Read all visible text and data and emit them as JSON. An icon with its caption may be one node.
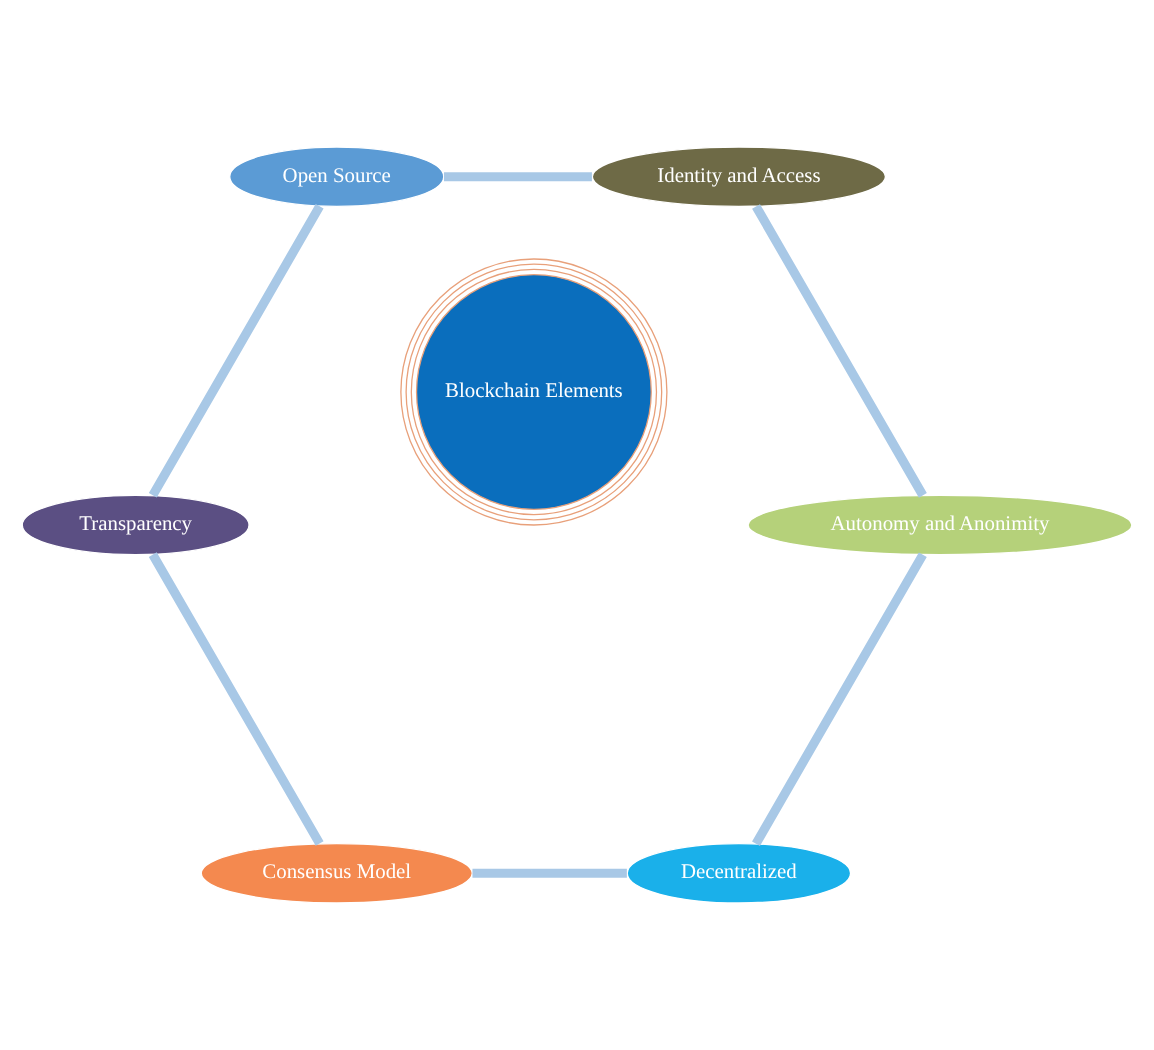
{
  "diagram": {
    "nodes": [
      {
        "text": [
          "Blockchain Elements"
        ]
      },
      {
        "text": [
          "Decentralized"
        ]
      },
      {
        "text": [
          "Consensus Model"
        ]
      },
      {
        "text": [
          "Transparency"
        ]
      },
      {
        "text": [
          "Open Source"
        ]
      },
      {
        "text": [
          "Identity and Access"
        ]
      },
      {
        "text": [
          "Autonomy and Anonimity"
        ]
      }
    ],
    "edges": [
      {
        "from": 1,
        "to": 2,
        "arrow": "none"
      },
      {
        "from": 2,
        "to": 3,
        "arrow": "none"
      },
      {
        "from": 3,
        "to": 4,
        "arrow": "none"
      },
      {
        "from": 4,
        "to": 5,
        "arrow": "none"
      },
      {
        "from": 5,
        "to": 6,
        "arrow": "none"
      },
      {
        "from": 6,
        "to": 1,
        "arrow": "none"
      }
    ]
  }
}
